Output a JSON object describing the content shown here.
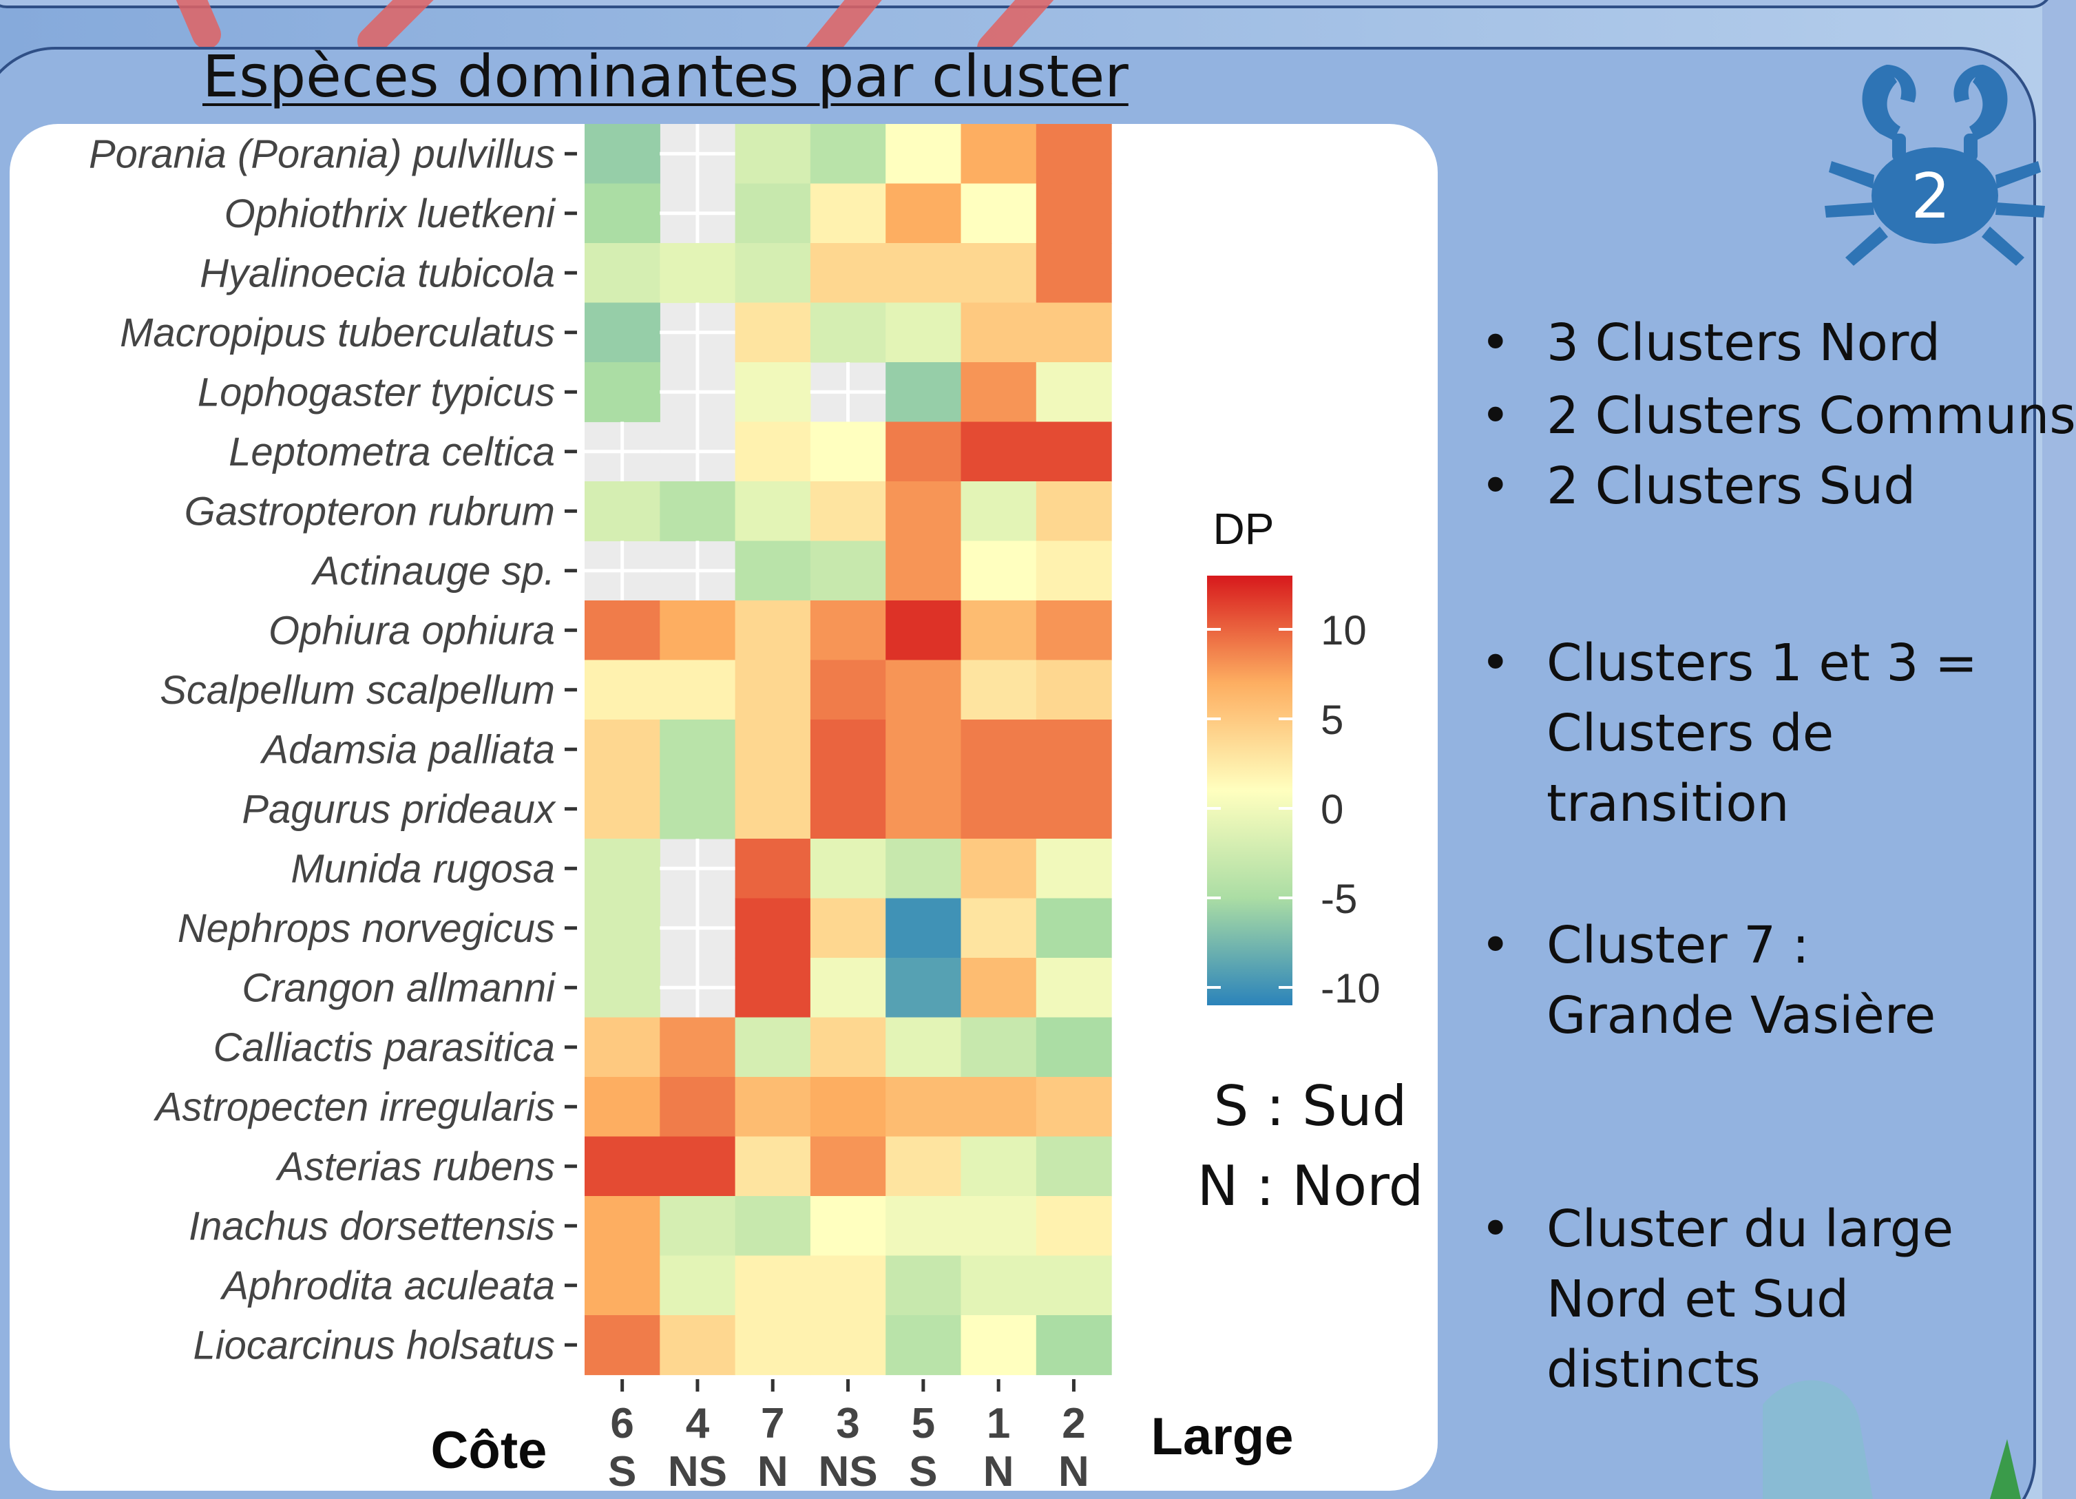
{
  "slide": {
    "title": "Espèces dominantes par cluster",
    "badge_number": "2",
    "badge_icon": "crab-icon",
    "colors": {
      "background": "#9fb9e2",
      "card_bg": "#8fb0dd",
      "stripe": "#e06464",
      "crab": "#2e74b5"
    }
  },
  "bullets": [
    {
      "id": "b1",
      "lines": [
        "3 Clusters Nord"
      ]
    },
    {
      "id": "b2",
      "lines": [
        "2 Clusters Communs"
      ]
    },
    {
      "id": "b3",
      "lines": [
        "2 Clusters Sud"
      ]
    },
    {
      "id": "b4",
      "lines": [
        "Clusters 1 et 3 =",
        "Clusters de",
        "transition"
      ]
    },
    {
      "id": "b5",
      "lines": [
        "Cluster 7 :",
        "Grande Vasière"
      ]
    },
    {
      "id": "b6",
      "lines": [
        "Cluster du large",
        "Nord et Sud",
        "distincts"
      ]
    }
  ],
  "chart_data": {
    "type": "heatmap",
    "title": "",
    "xlabel": "",
    "ylabel": "",
    "x_axis_ends": {
      "left": "Côte",
      "right": "Large"
    },
    "columns": [
      {
        "cluster": "6",
        "zone": "S"
      },
      {
        "cluster": "4",
        "zone": "NS"
      },
      {
        "cluster": "7",
        "zone": "N"
      },
      {
        "cluster": "3",
        "zone": "NS"
      },
      {
        "cluster": "5",
        "zone": "S"
      },
      {
        "cluster": "1",
        "zone": "N"
      },
      {
        "cluster": "2",
        "zone": "N"
      }
    ],
    "rows": [
      "Porania (Porania) pulvillus",
      "Ophiothrix luetkeni",
      "Hyalinoecia tubicola",
      "Macropipus tuberculatus",
      "Lophogaster typicus",
      "Leptometra celtica",
      "Gastropteron rubrum",
      "Actinauge sp.",
      "Ophiura ophiura",
      "Scalpellum scalpellum",
      "Adamsia palliata",
      "Pagurus prideaux",
      "Munida rugosa",
      "Nephrops norvegicus",
      "Crangon allmanni",
      "Calliactis parasitica",
      "Astropecten irregularis",
      "Asterias rubens",
      "Inachus dorsettensis",
      "Aphrodita aculeata",
      "Liocarcinus holsatus"
    ],
    "values": [
      [
        -6,
        null,
        -2,
        -4,
        1,
        7,
        9
      ],
      [
        -5,
        null,
        -3,
        2,
        7,
        1,
        9
      ],
      [
        -2,
        -1,
        -2,
        4,
        4,
        4,
        9
      ],
      [
        -6,
        null,
        3,
        -2,
        -1,
        5,
        5
      ],
      [
        -5,
        null,
        0,
        null,
        -6,
        8,
        0
      ],
      [
        null,
        null,
        2,
        1,
        9,
        11,
        11
      ],
      [
        -2,
        -4,
        -1,
        3,
        8,
        -1,
        4
      ],
      [
        null,
        null,
        -4,
        -3,
        8,
        1,
        2
      ],
      [
        9,
        7,
        4,
        8,
        12,
        6,
        8
      ],
      [
        2,
        2,
        4,
        9,
        8,
        3,
        4
      ],
      [
        4,
        -4,
        4,
        10,
        8,
        9,
        9
      ],
      [
        4,
        -4,
        4,
        10,
        8,
        9,
        9
      ],
      [
        -2,
        null,
        10,
        -1,
        -3,
        5,
        0
      ],
      [
        -2,
        null,
        11,
        4,
        -10,
        3,
        -5
      ],
      [
        -2,
        null,
        11,
        0,
        -9,
        6,
        0
      ],
      [
        5,
        8,
        -2,
        4,
        -1,
        -3,
        -5
      ],
      [
        7,
        9,
        6,
        7,
        6,
        6,
        5
      ],
      [
        11,
        11,
        3,
        8,
        3,
        -1,
        -3
      ],
      [
        7,
        -2,
        -3,
        1,
        0,
        0,
        2
      ],
      [
        7,
        -1,
        2,
        2,
        -3,
        -1,
        -1
      ],
      [
        9,
        4,
        2,
        2,
        -4,
        1,
        -5
      ]
    ],
    "legend": {
      "title": "DP",
      "ticks": [
        10,
        5,
        0,
        -5,
        -10
      ],
      "min": -11,
      "max": 13,
      "placement": "right"
    },
    "missing_color": "#ebebeb",
    "colormap": [
      "#2b83ba",
      "#abdda4",
      "#ffffbf",
      "#fdae61",
      "#d7191c"
    ],
    "annotations": [
      "S : Sud",
      "N : Nord"
    ]
  }
}
